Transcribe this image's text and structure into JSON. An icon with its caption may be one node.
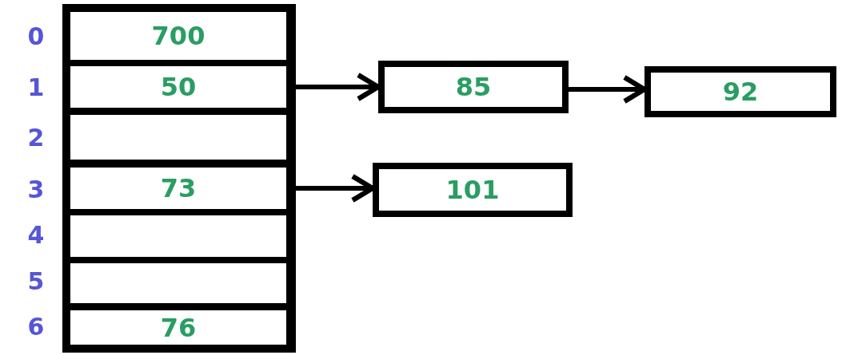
{
  "diagram": {
    "nodes": [
      {
        "text": [
          "700"
        ]
      },
      {
        "text": [
          "50"
        ]
      },
      {
        "text": [
          "85"
        ]
      },
      {
        "text": [
          "92"
        ]
      },
      {
        "text": [],
        "shape": "box"
      },
      {
        "text": [
          "73"
        ]
      },
      {
        "text": [
          "101"
        ]
      },
      {
        "text": [],
        "shape": "box"
      },
      {
        "text": [],
        "shape": "box"
      },
      {
        "text": [
          "76"
        ]
      }
    ],
    "edges": [
      {
        "from": 1,
        "to": 2,
        "arrow": "to"
      },
      {
        "from": 2,
        "to": 3,
        "arrow": "to"
      },
      {
        "from": 5,
        "to": 6,
        "arrow": "to"
      }
    ],
    "labels": [
      "0",
      "1",
      "2",
      "3",
      "4",
      "5",
      "6"
    ]
  }
}
